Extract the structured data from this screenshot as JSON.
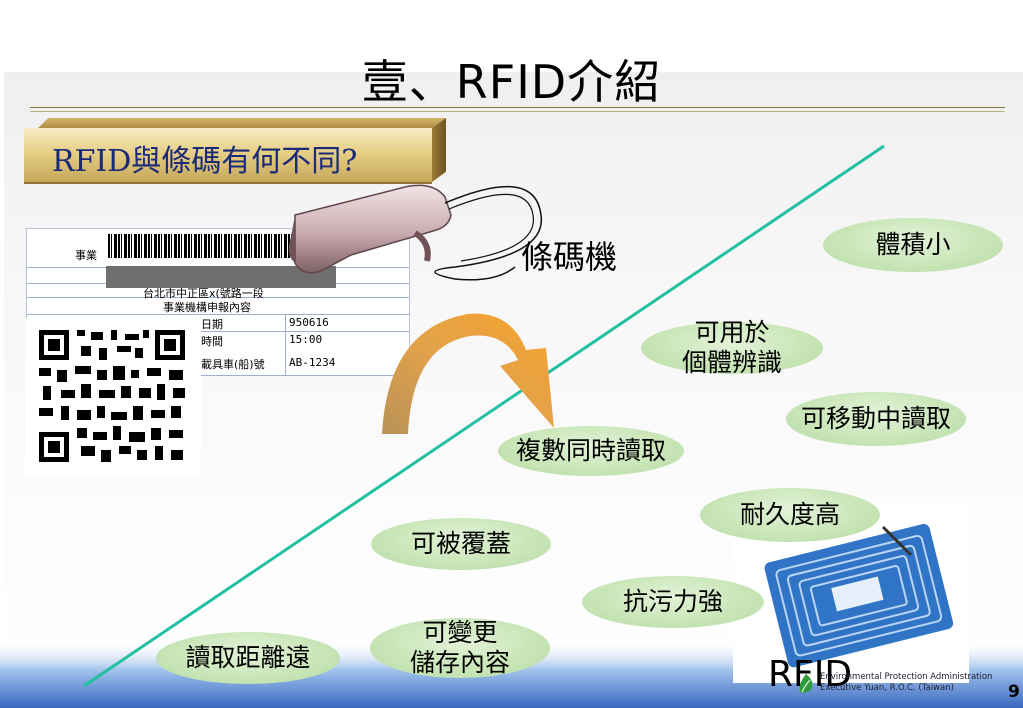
{
  "slide": {
    "title": "壹、RFID介紹",
    "question": "RFID與條碼有何不同?",
    "scanner_label": "條碼機",
    "rfid_label": "RFID",
    "footer": {
      "org_line1": "Environmental Protection Administration",
      "org_line2": "Executive Yuan, R.O.C. (Taiwan)",
      "page_number": "9"
    }
  },
  "form_card": {
    "row1_label": "事業",
    "row2_text": "台北市中正區x(號路一段",
    "row3_text": "事業機構申報內容",
    "date_label": "日期",
    "date_value": "950616",
    "time_label": "時間",
    "time_value": "15:00",
    "vehicle_label": "載具車(船)號",
    "vehicle_value": "AB-1234"
  },
  "features": [
    {
      "label": "體積小"
    },
    {
      "label": "可用於\n個體辨識"
    },
    {
      "label": "可移動中讀取"
    },
    {
      "label": "複數同時讀取"
    },
    {
      "label": "耐久度高"
    },
    {
      "label": "可被覆蓋"
    },
    {
      "label": "抗污力強"
    },
    {
      "label": "可變更\n儲存內容"
    },
    {
      "label": "讀取距離遠"
    }
  ],
  "colors": {
    "divider_line": "#22c0a0",
    "ellipse_fill": "#c9e6b8",
    "question_text": "#1a2a78",
    "footer_band": "#3e6fc4",
    "arrow": "#f2a43a"
  }
}
